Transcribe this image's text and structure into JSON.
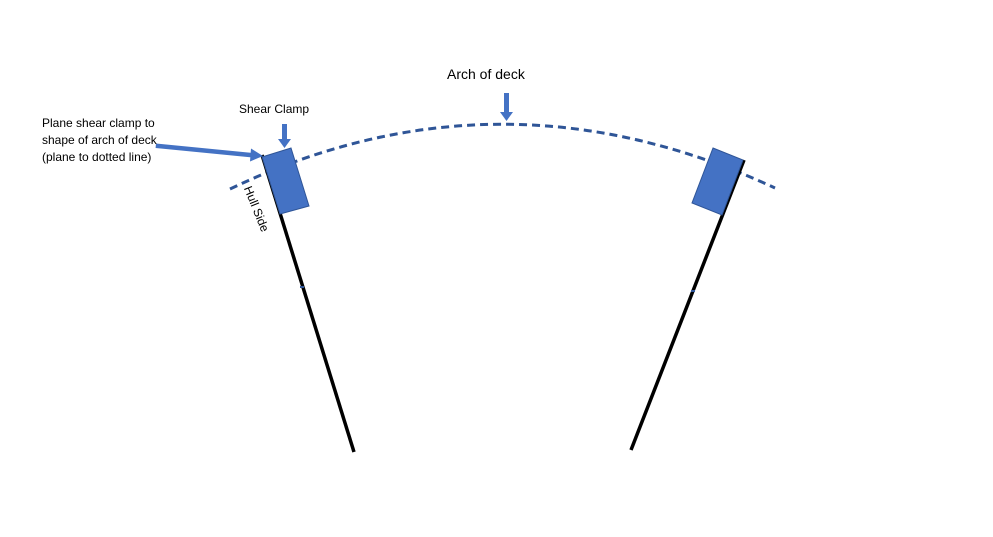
{
  "labels": {
    "arch_of_deck": "Arch of deck",
    "shear_clamp": "Shear Clamp",
    "plane_note": [
      "Plane shear clamp to",
      "shape of arch of deck",
      "(plane to dotted line)"
    ],
    "hull_side": "Hull Side"
  },
  "colors": {
    "background": "#ffffff",
    "arch_line": "#2f5597",
    "clamp_fill": "#4472c4",
    "clamp_stroke": "#2f5597",
    "arrow": "#4472c4",
    "hull_line": "#000000",
    "text": "#000000"
  },
  "icons": {
    "arch_pointer": "down-arrow-icon",
    "shear_pointer": "down-arrow-icon",
    "note_pointer": "right-arrow-icon"
  }
}
